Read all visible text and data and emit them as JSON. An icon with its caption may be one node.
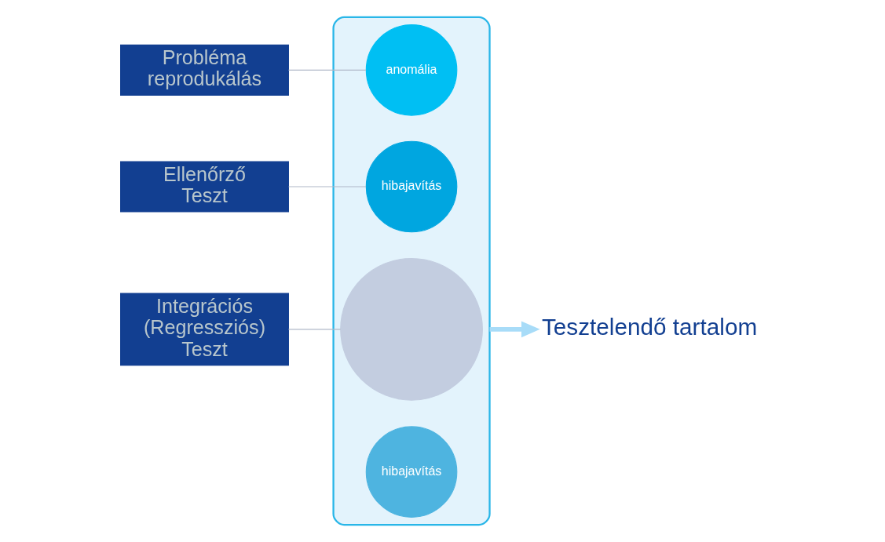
{
  "diagram": {
    "nodes": [
      {
        "text": [],
        "shape": "funnel"
      },
      {
        "text": [],
        "shape": "circle",
        "in": 0
      },
      {
        "text": [
          "anomália"
        ],
        "in": 0
      },
      {
        "text": [
          "hibajavítás"
        ],
        "in": 0
      },
      {
        "text": [
          "hibajavítás"
        ],
        "in": 0
      },
      {
        "text": [
          "Probléma reprodukálás"
        ]
      },
      {
        "text": [
          "Ellenőrző Teszt"
        ]
      },
      {
        "text": [
          "Integrációs (Regressziós) Teszt"
        ]
      },
      {
        "text": [
          "Tesztelendő tartalom"
        ]
      }
    ],
    "edges": [
      {
        "from": 5,
        "to": 2,
        "arrow": "none"
      },
      {
        "from": 6,
        "to": 3,
        "arrow": "none"
      },
      {
        "from": 7,
        "to": 1,
        "arrow": "none"
      },
      {
        "from": 0,
        "to": 8,
        "arrow": "to",
        "style": "thick",
        "color": "#a8dcf8"
      }
    ]
  }
}
